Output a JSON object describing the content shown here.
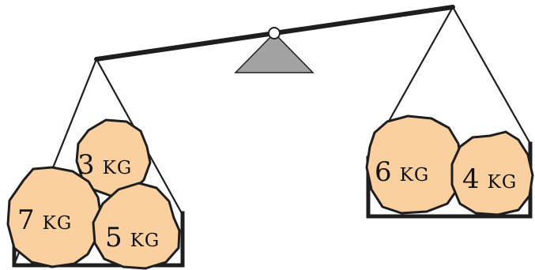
{
  "scale": {
    "left_pan": {
      "weights": [
        {
          "number": "3",
          "unit": "KG"
        },
        {
          "number": "7",
          "unit": "KG"
        },
        {
          "number": "5",
          "unit": "KG"
        }
      ]
    },
    "right_pan": {
      "weights": [
        {
          "number": "6",
          "unit": "KG"
        },
        {
          "number": "4",
          "unit": "KG"
        }
      ]
    }
  },
  "colors": {
    "rock_fill": "#fbd0a0",
    "fulcrum_fill": "#a3a3a3",
    "outline": "#1e1e1e"
  }
}
